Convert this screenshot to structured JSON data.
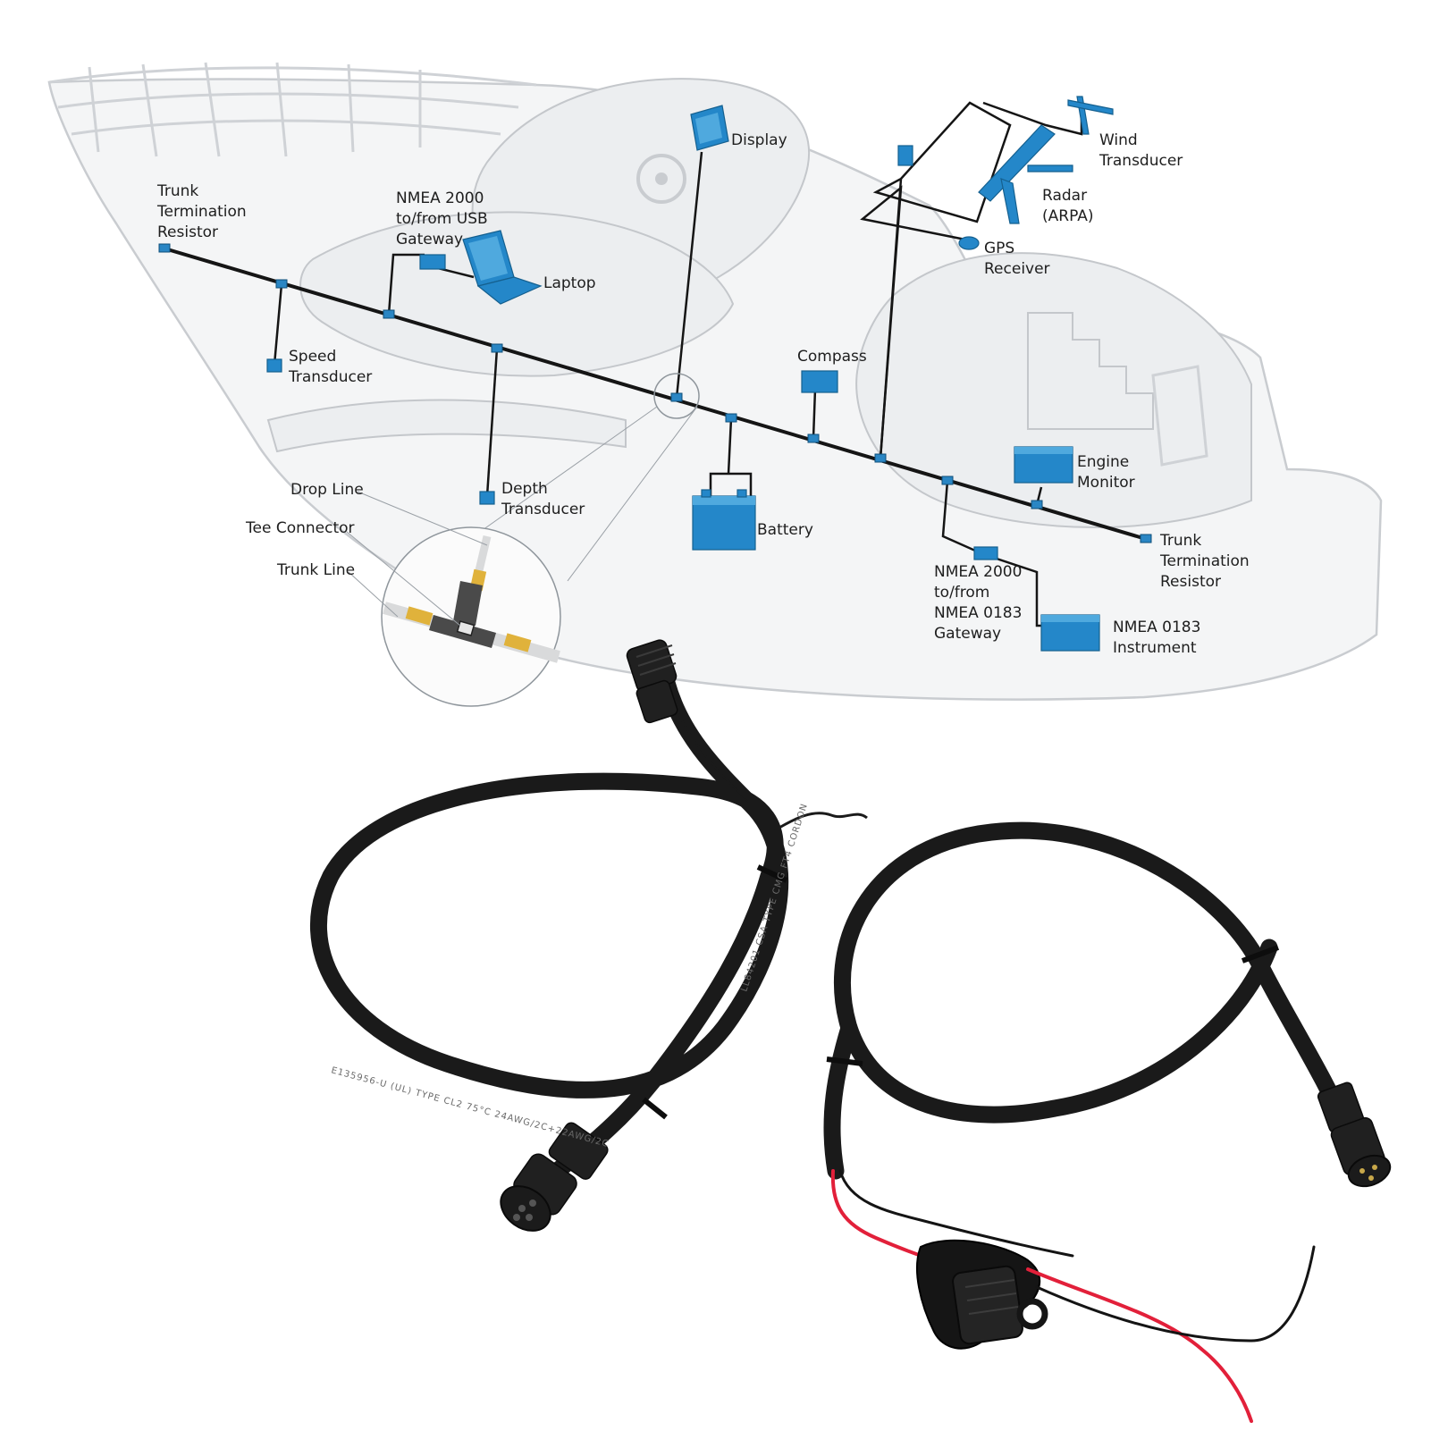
{
  "labels": {
    "trunk_term_left": [
      "Trunk",
      "Termination",
      "Resistor"
    ],
    "nmea_usb": [
      "NMEA 2000",
      "to/from USB",
      "Gateway"
    ],
    "display": "Display",
    "laptop": "Laptop",
    "wind": [
      "Wind",
      "Transducer"
    ],
    "radar": [
      "Radar",
      "(ARPA)"
    ],
    "gps": [
      "GPS",
      "Receiver"
    ],
    "speed": [
      "Speed",
      "Transducer"
    ],
    "compass": "Compass",
    "engine": [
      "Engine",
      "Monitor"
    ],
    "drop_line": "Drop Line",
    "depth": [
      "Depth",
      "Transducer"
    ],
    "tee": "Tee Connector",
    "battery": "Battery",
    "trunk_term_right": [
      "Trunk",
      "Termination",
      "Resistor"
    ],
    "trunk_line": "Trunk Line",
    "nmea_0183_gw": [
      "NMEA 2000",
      "to/from",
      "NMEA 0183",
      "Gateway"
    ],
    "nmea_0183_inst": [
      "NMEA 0183",
      "Instrument"
    ]
  },
  "cable_print": {
    "left": "E135956-U (UL) TYPE CL2 75°C 24AWG/2C+22AWG/2C",
    "upper": "LL84201 CSA TYPE CMG FT4 CORDON"
  },
  "colors": {
    "device_blue": "#2487c9",
    "fuse_wire_red": "#e2203a",
    "cable_black": "#1a1a1a"
  }
}
